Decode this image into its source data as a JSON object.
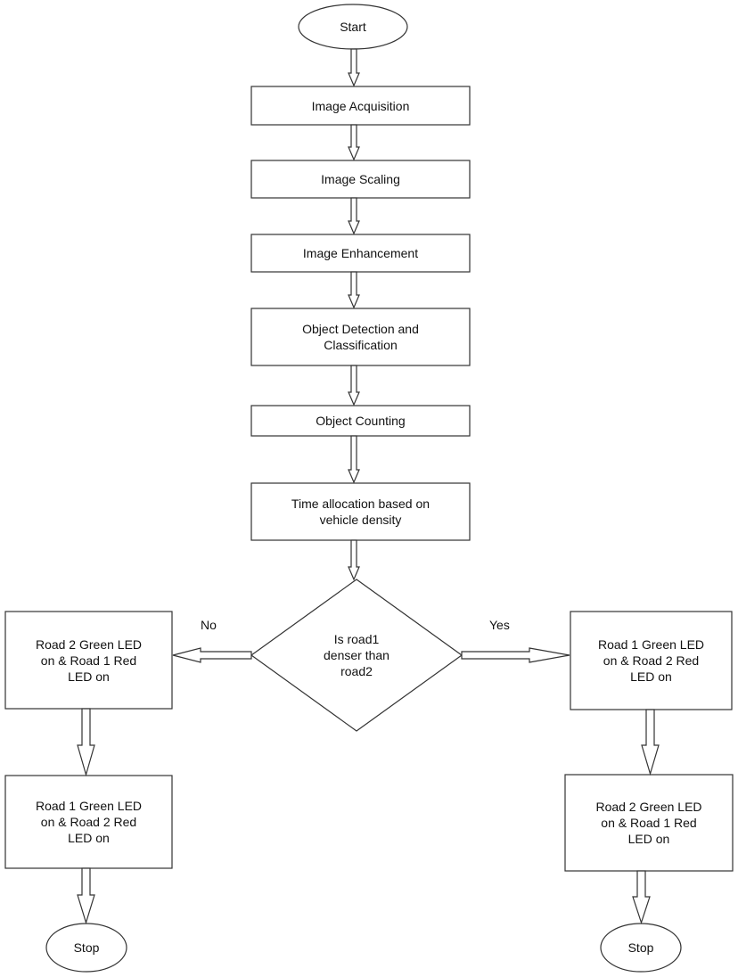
{
  "diagram": {
    "type": "flowchart",
    "nodes": {
      "start": "Start",
      "acquisition": "Image Acquisition",
      "scaling": "Image Scaling",
      "enhancement": "Image Enhancement",
      "detection": "Object Detection and\nClassification",
      "counting": "Object Counting",
      "allocation": "Time allocation based on\nvehicle density",
      "decision": "Is road1\ndenser than\nroad2",
      "no_step1": "Road 2 Green LED\non & Road 1 Red\nLED on",
      "no_step2": "Road 1 Green LED\non & Road 2 Red\nLED on",
      "no_stop": "Stop",
      "yes_step1": "Road 1 Green LED\non & Road 2 Red\nLED on",
      "yes_step2": "Road 2 Green LED\non & Road 1 Red\nLED on",
      "yes_stop": "Stop"
    },
    "edge_labels": {
      "no": "No",
      "yes": "Yes"
    },
    "colors": {
      "stroke": "#333333",
      "text": "#111111",
      "fill": "#ffffff"
    }
  }
}
